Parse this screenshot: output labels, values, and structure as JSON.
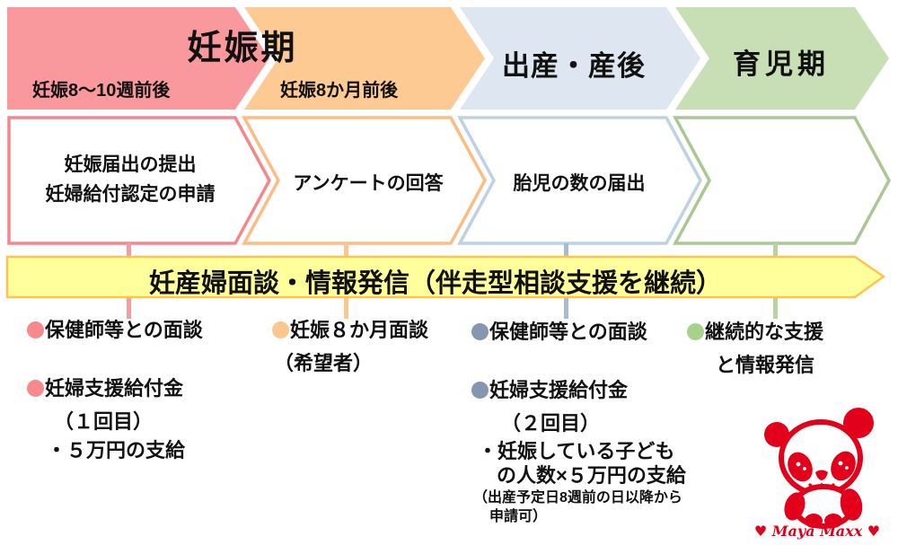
{
  "colors": {
    "stage_pink": "#FA999D",
    "stage_orange": "#FDCA94",
    "stage_blue": "#DDE6F1",
    "stage_green": "#C8DFB5",
    "border_pink": "#F5868C",
    "border_orange": "#FBBD83",
    "border_blue": "#BFD2E3",
    "border_green": "#A9C893",
    "banner_fill": "#FFFF9C",
    "banner_border": "#FFC34F",
    "connector_pink": "#F59CA0",
    "connector_orange": "#FDC68F",
    "connector_blue": "#A8BBD3",
    "connector_green": "#B5D4A0",
    "bullet_pink": "#F5898D",
    "bullet_orange": "#FBC78E",
    "bullet_blue": "#8496B0",
    "bullet_green": "#A9D18E",
    "panda_red": "#E2001A",
    "text": "#111111"
  },
  "header": {
    "phase1_title": "妊娠期",
    "phase1_sub_left": "妊娠8～10週前後",
    "phase1_sub_right": "妊娠8か月前後",
    "phase2_title": "出産・産後",
    "phase3_title": "育児期"
  },
  "steps": {
    "step1_line1": "妊娠届出の提出",
    "step1_line2": "妊婦給付認定の申請",
    "step2": "アンケートの回答",
    "step3": "胎児の数の届出"
  },
  "banner": {
    "text": "妊産婦面談・情報発信（伴走型相談支援を継続）"
  },
  "notes": {
    "col1": {
      "item1": "保健師等との面談",
      "item2_line1": "妊婦支援給付金",
      "item2_line2": "（１回目）",
      "item2_line3": "・５万円の支給"
    },
    "col2": {
      "item1_line1": "妊娠８か月面談",
      "item1_line2": "（希望者）"
    },
    "col3": {
      "item1": "保健師等との面談",
      "item2_line1": "妊婦支援給付金",
      "item2_line2": "（２回目）",
      "item2_line3": "・妊娠している子ども",
      "item2_line4": "の人数×５万円の支給",
      "item2_note1": "（出産予定日8週前の日以降から",
      "item2_note2": "申請可）"
    },
    "col4": {
      "item1_line1": "継続的な支援",
      "item1_line2": "と情報発信"
    }
  },
  "signature": "♥ Maya Maxx ♥"
}
